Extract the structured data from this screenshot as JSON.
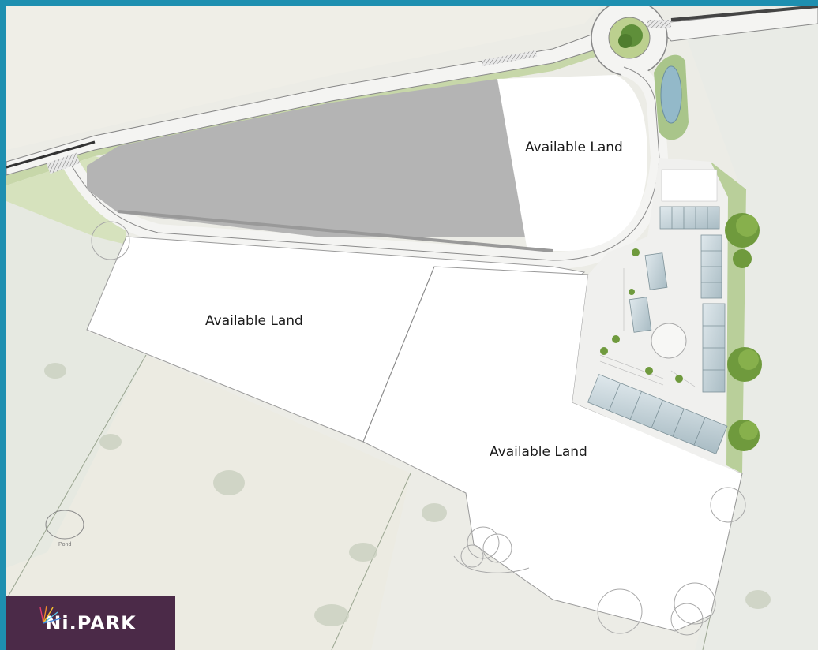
{
  "frame_color": "#1e8fb0",
  "labels": {
    "land_north": "Available Land",
    "land_west": "Available Land",
    "land_south": "Available Land",
    "pond": "Pond"
  },
  "logo": {
    "text": "Ni.PARK",
    "background": "#4b2a48",
    "icon": "starburst-icon"
  }
}
